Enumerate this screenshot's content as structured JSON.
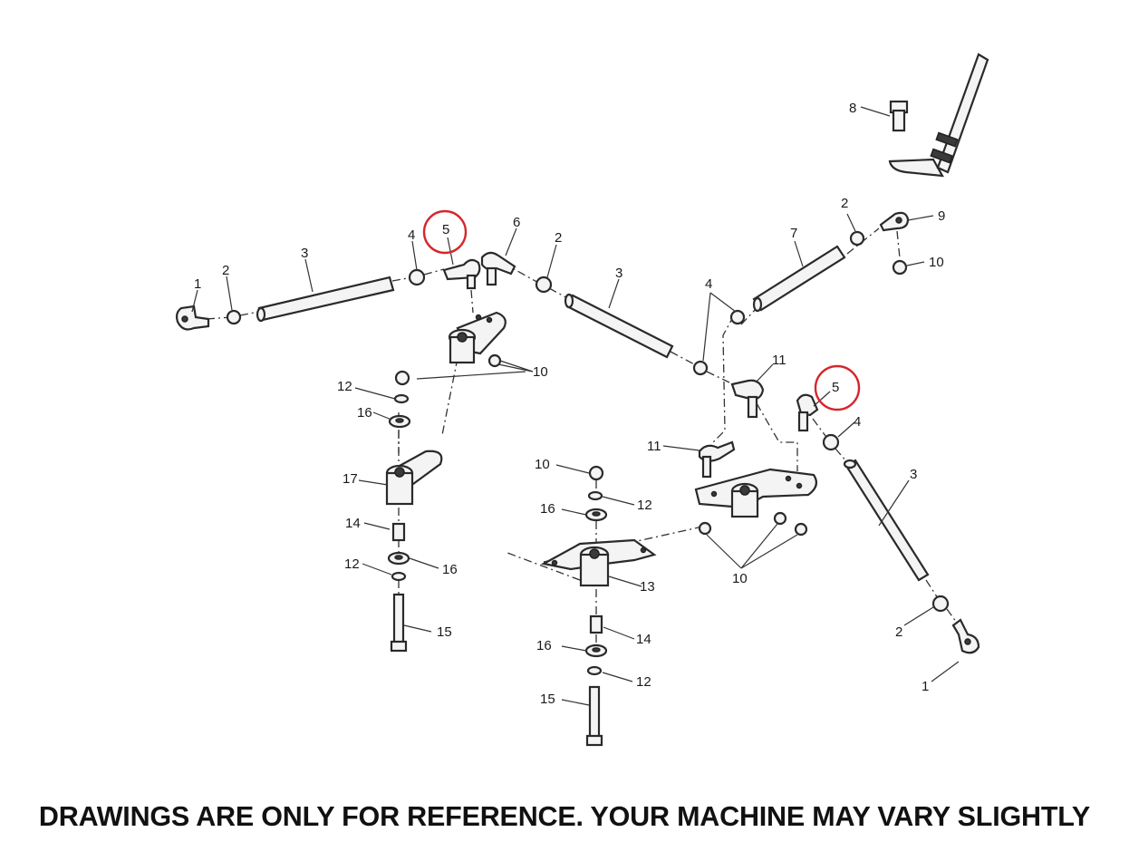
{
  "diagram": {
    "callouts": {
      "c1a": "1",
      "c2a": "2",
      "c3a": "3",
      "c4a": "4",
      "c5a": "5",
      "c6": "6",
      "c2b": "2",
      "c3b": "3",
      "c10a": "10",
      "c12a": "12",
      "c16a": "16",
      "c17": "17",
      "c14a": "14",
      "c12b": "12",
      "c16b": "16",
      "c15a": "15",
      "c4b": "4",
      "c7": "7",
      "c2c": "2",
      "c8": "8",
      "c9": "9",
      "c10b": "10",
      "c11a": "11",
      "c11b": "11",
      "c5b": "5",
      "c4c": "4",
      "c3c": "3",
      "c2d": "2",
      "c1b": "1",
      "c10c": "10",
      "c12c": "12",
      "c16c": "16",
      "c13": "13",
      "c14b": "14",
      "c16d": "16",
      "c12d": "12",
      "c15b": "15",
      "c10d": "10"
    },
    "highlight_color": "#d6262b"
  },
  "disclaimer": "DRAWINGS ARE ONLY FOR REFERENCE. YOUR MACHINE MAY VARY SLIGHTLY"
}
